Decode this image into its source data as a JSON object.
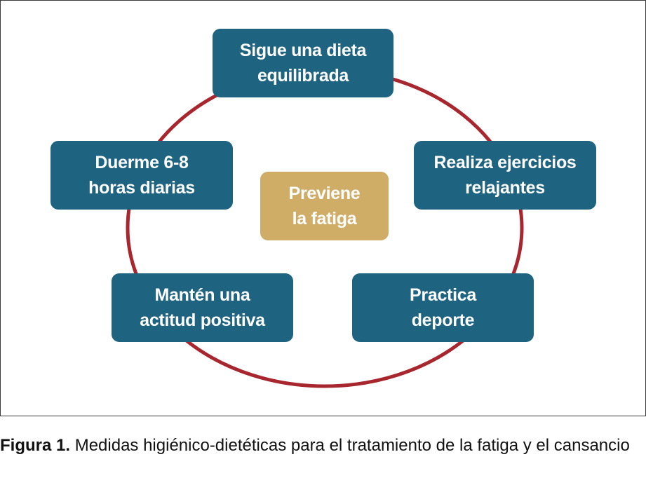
{
  "diagram": {
    "center": {
      "line1": "Previene",
      "line2": "la fatiga",
      "color": "#cfad67"
    },
    "ring_color": "#a8262e",
    "box_color": "#1e6380",
    "nodes": [
      {
        "id": "dieta",
        "line1": "Sigue una dieta",
        "line2": "equilibrada"
      },
      {
        "id": "ejercicios",
        "line1": "Realiza ejercicios",
        "line2": "relajantes"
      },
      {
        "id": "deporte",
        "line1": "Practica",
        "line2": "deporte"
      },
      {
        "id": "actitud",
        "line1": "Mantén una",
        "line2": "actitud positiva"
      },
      {
        "id": "sueno",
        "line1": "Duerme 6-8",
        "line2": "horas diarias"
      }
    ]
  },
  "caption": {
    "label": "Figura 1.",
    "text": " Medidas higiénico-dietéticas para el tratamiento de la fatiga y el cansancio"
  }
}
